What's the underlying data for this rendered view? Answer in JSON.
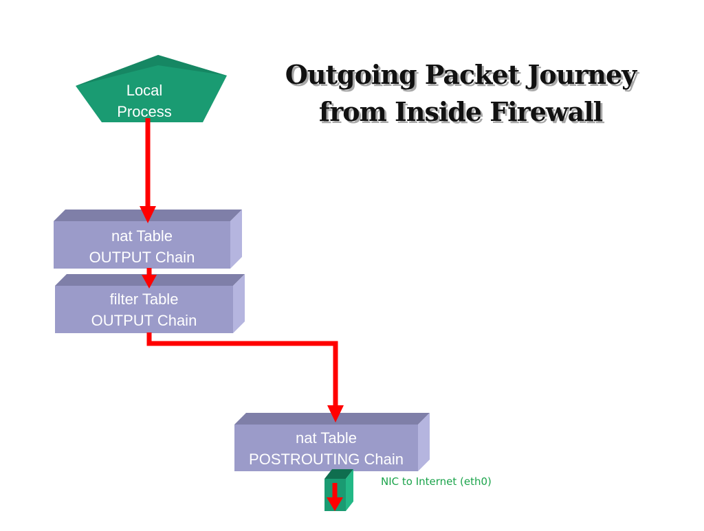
{
  "title": {
    "line1": "Outgoing Packet Journey",
    "line2": "from Inside Firewall"
  },
  "nodes": {
    "local_process": {
      "line1": "Local",
      "line2": "Process",
      "color": "#1a9b72"
    },
    "nat_output": {
      "line1": "nat Table",
      "line2": "OUTPUT Chain",
      "color": "#9b9bc9"
    },
    "filter_output": {
      "line1": "filter Table",
      "line2": "OUTPUT Chain",
      "color": "#9b9bc9"
    },
    "nat_postrouting": {
      "line1": "nat Table",
      "line2": "POSTROUTING Chain",
      "color": "#9b9bc9"
    },
    "nic": {
      "label": "NIC to Internet (eth0)",
      "color": "#1a9b72"
    }
  },
  "colors": {
    "arrow": "#ff0000",
    "label_green": "#1aa34a"
  }
}
